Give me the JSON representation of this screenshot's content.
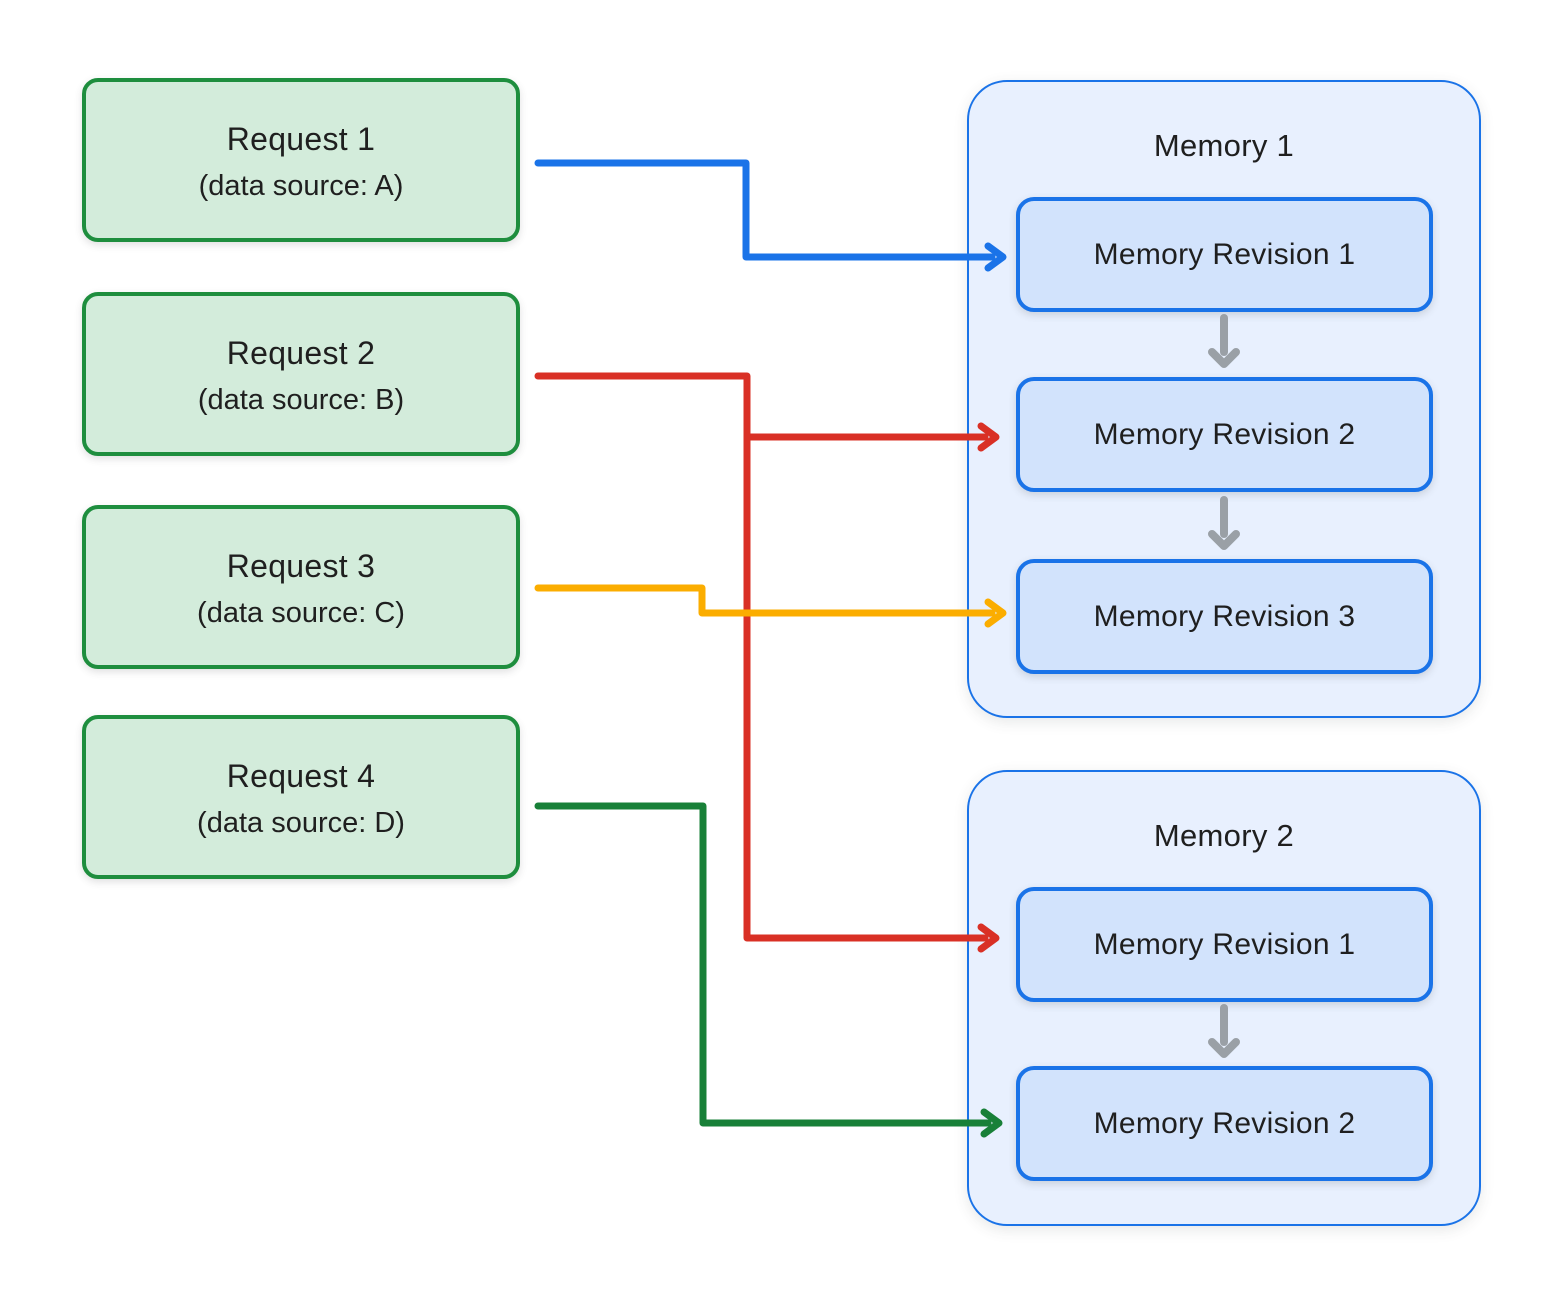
{
  "diagram": {
    "requests": [
      {
        "title": "Request 1",
        "subtitle": "(data source: A)"
      },
      {
        "title": "Request 2",
        "subtitle": "(data source: B)"
      },
      {
        "title": "Request 3",
        "subtitle": "(data source: C)"
      },
      {
        "title": "Request 4",
        "subtitle": "(data source: D)"
      }
    ],
    "memories": [
      {
        "title": "Memory 1",
        "revisions": [
          "Memory Revision 1",
          "Memory Revision 2",
          "Memory Revision 3"
        ]
      },
      {
        "title": "Memory 2",
        "revisions": [
          "Memory Revision 1",
          "Memory Revision 2"
        ]
      }
    ],
    "connections": [
      {
        "from": "Request 1 (data source: A)",
        "to": "Memory 1 / Memory Revision 1",
        "color": "#1a73e8"
      },
      {
        "from": "Request 2 (data source: B)",
        "to": "Memory 1 / Memory Revision 2",
        "color": "#d93025"
      },
      {
        "from": "Request 2 (data source: B)",
        "to": "Memory 2 / Memory Revision 1",
        "color": "#d93025"
      },
      {
        "from": "Request 3 (data source: C)",
        "to": "Memory 1 / Memory Revision 3",
        "color": "#fbad00"
      },
      {
        "from": "Request 4 (data source: D)",
        "to": "Memory 2 / Memory Revision 2",
        "color": "#188038"
      }
    ],
    "colors": {
      "request_fill": "#d3ecdb",
      "request_border": "#1e8e3e",
      "memory_fill": "#e8f0fe",
      "memory_border": "#1a73e8",
      "revision_fill": "#d2e3fc",
      "revision_border": "#1a73e8",
      "arrow_blue": "#1a73e8",
      "arrow_red": "#d93025",
      "arrow_yellow": "#fbad00",
      "arrow_green": "#188038",
      "arrow_gray": "#9aa0a6",
      "text": "#1f1f1f"
    }
  }
}
